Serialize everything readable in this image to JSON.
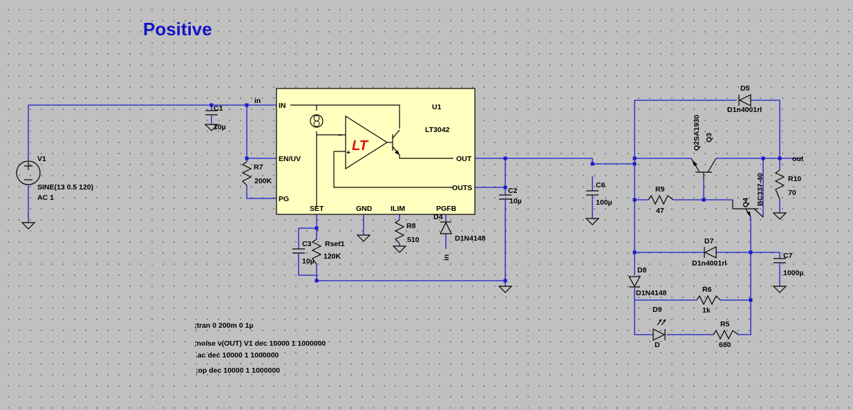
{
  "title": "Positive",
  "nets": {
    "in": "in",
    "in2": "in",
    "out": "out"
  },
  "ic": {
    "ref": "U1",
    "part": "LT3042",
    "logo": "LT",
    "pins": {
      "in": "IN",
      "en": "EN/UV",
      "pg": "PG",
      "set": "SET",
      "gnd": "GND",
      "ilim": "ILIM",
      "pgfb": "PGFB",
      "out": "OUT",
      "outs": "OUTS"
    }
  },
  "components": {
    "v1": {
      "ref": "V1",
      "value": "SINE(13 0.5 120)",
      "extra": "AC 1"
    },
    "c1": {
      "ref": "C1",
      "value": "10µ"
    },
    "r7": {
      "ref": "R7",
      "value": "200K"
    },
    "c3": {
      "ref": "C3",
      "value": "10µ"
    },
    "rset1": {
      "ref": "Rset1",
      "value": "120K"
    },
    "r8": {
      "ref": "R8",
      "value": "510"
    },
    "d4": {
      "ref": "D4",
      "value": "D1N4148"
    },
    "c2": {
      "ref": "C2",
      "value": "10µ"
    },
    "c6": {
      "ref": "C6",
      "value": "100µ"
    },
    "d5": {
      "ref": "D5",
      "value": "D1n4001rl"
    },
    "q3": {
      "ref": "Q3",
      "value": "Q2SA1930"
    },
    "r9": {
      "ref": "R9",
      "value": "47"
    },
    "q4": {
      "ref": "Q4",
      "value": "BC337-40"
    },
    "r10": {
      "ref": "R10",
      "value": "70"
    },
    "d7": {
      "ref": "D7",
      "value": "D1n4001rl"
    },
    "c7": {
      "ref": "C7",
      "value": "1000µ"
    },
    "d8": {
      "ref": "D8",
      "value": "D1N4148"
    },
    "r6": {
      "ref": "R6",
      "value": "1k"
    },
    "d9": {
      "ref": "D9",
      "value": "D"
    },
    "r5": {
      "ref": "R5",
      "value": "680"
    }
  },
  "directives": [
    ";tran 0 200m 0 1µ",
    ";noise v(OUT) V1 dec 10000 1 1000000",
    ".ac dec 10000 1 1000000",
    ";op dec 10000 1 1000000"
  ],
  "colors": {
    "wire": "#1a1acd",
    "ic_fill": "#ffffc0",
    "logo": "#e01010",
    "title": "#1414c8",
    "background": "#c0c0c0"
  }
}
